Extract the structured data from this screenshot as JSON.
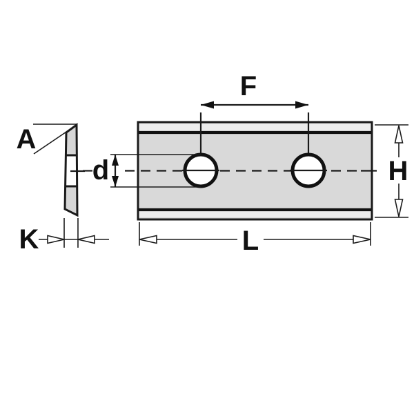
{
  "diagram": {
    "side_view": {
      "angle_label": "A",
      "thickness_label": "K"
    },
    "front_view": {
      "diameter_label": "d",
      "spacing_label": "F",
      "length_label": "L",
      "height_label": "H"
    },
    "colors": {
      "line": "#1a1a1a",
      "plate_body": "#d9d9d9",
      "plate_strip": "#ececec",
      "bevel_fill": "#d6d6d6",
      "hole_fill": "#ffffff",
      "background": "#ffffff"
    }
  }
}
